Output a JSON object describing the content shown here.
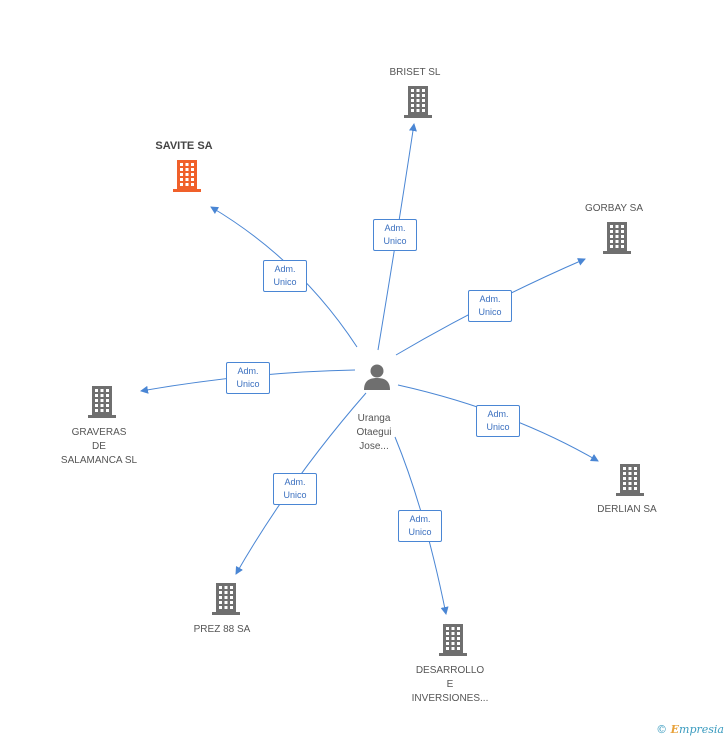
{
  "center": {
    "name": "Uranga\nOtaegui\nJose...",
    "icon": "person-icon"
  },
  "companies": [
    {
      "id": "briset",
      "name": "BRISET SL",
      "highlight": false,
      "icon": "building-icon"
    },
    {
      "id": "savite",
      "name": "SAVITE SA",
      "highlight": true,
      "icon": "building-icon"
    },
    {
      "id": "gorbay",
      "name": "GORBAY SA",
      "highlight": false,
      "icon": "building-icon"
    },
    {
      "id": "graveras",
      "name": "GRAVERAS\nDE\nSALAMANCA SL",
      "highlight": false,
      "icon": "building-icon"
    },
    {
      "id": "derlian",
      "name": "DERLIAN SA",
      "highlight": false,
      "icon": "building-icon"
    },
    {
      "id": "prez88",
      "name": "PREZ 88 SA",
      "highlight": false,
      "icon": "building-icon"
    },
    {
      "id": "desarrollo",
      "name": "DESARROLLO\nE\nINVERSIONES...",
      "highlight": false,
      "icon": "building-icon"
    }
  ],
  "edges": [
    {
      "target": "briset",
      "line1": "Adm.",
      "line2": "Unico"
    },
    {
      "target": "savite",
      "line1": "Adm.",
      "line2": "Unico"
    },
    {
      "target": "gorbay",
      "line1": "Adm.",
      "line2": "Unico"
    },
    {
      "target": "graveras",
      "line1": "Adm.",
      "line2": "Unico"
    },
    {
      "target": "derlian",
      "line1": "Adm.",
      "line2": "Unico"
    },
    {
      "target": "prez88",
      "line1": "Adm.",
      "line2": "Unico"
    },
    {
      "target": "desarrollo",
      "line1": "Adm.",
      "line2": "Unico"
    }
  ],
  "colors": {
    "edge": "#4a86d4",
    "building": "#6f6f6f",
    "building_highlight": "#f0602a",
    "person": "#6f6f6f"
  },
  "watermark": {
    "copyright": "©",
    "brand_initial": "E",
    "brand_rest": "mpresia"
  }
}
